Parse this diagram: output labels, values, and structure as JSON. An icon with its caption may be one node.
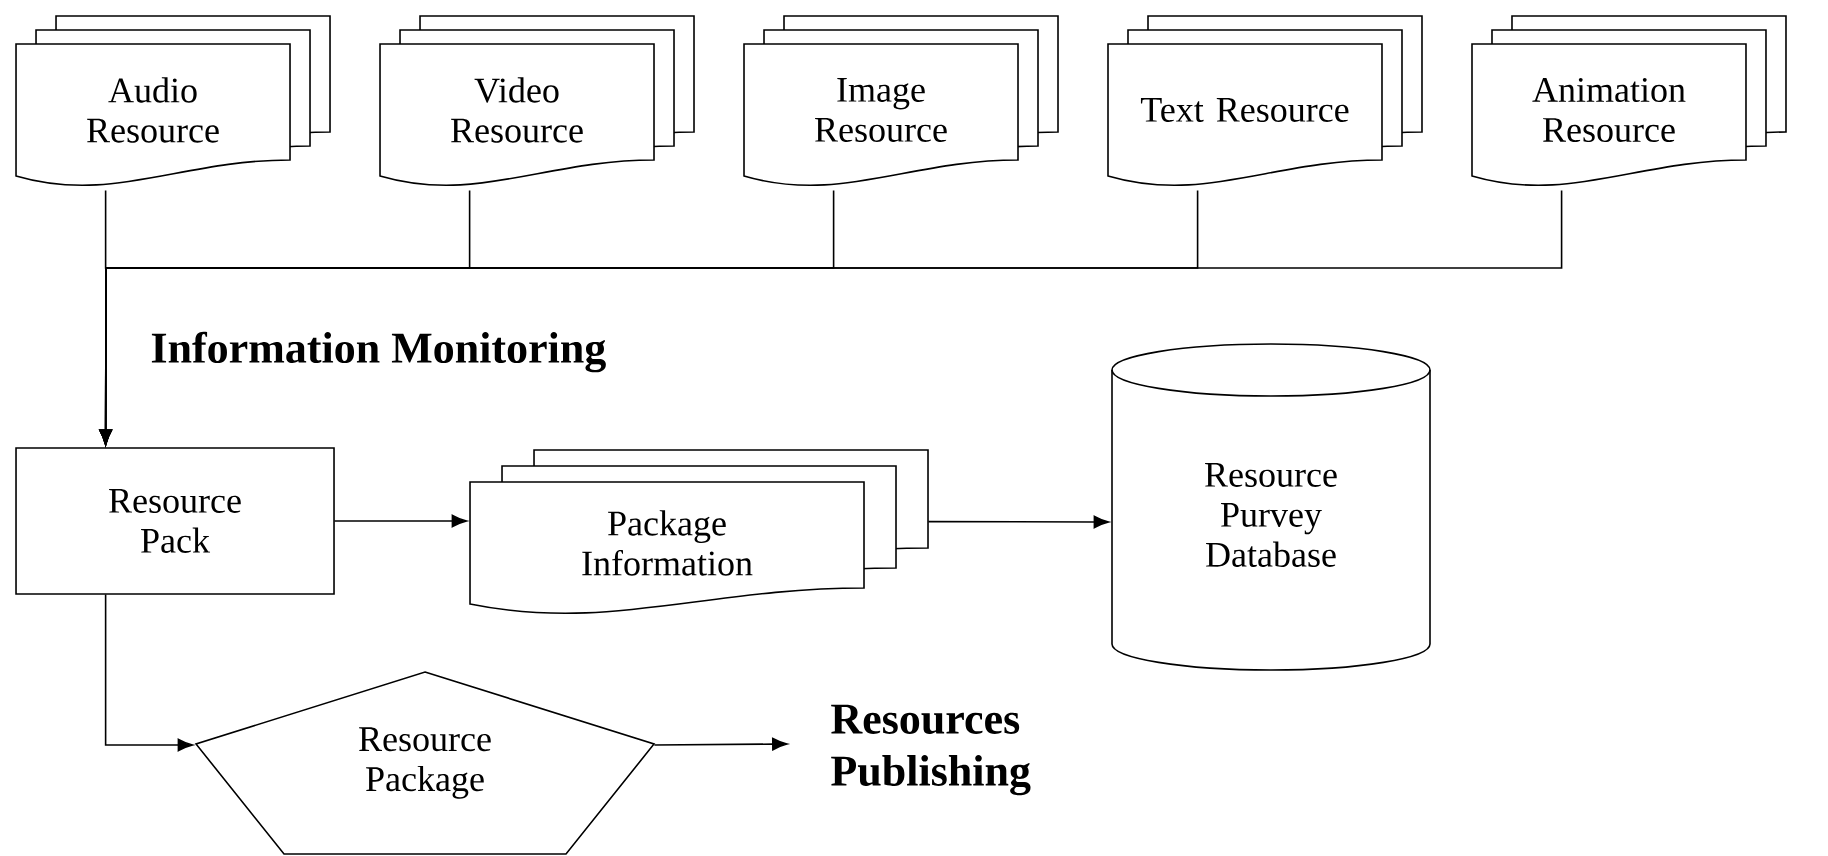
{
  "diagram": {
    "nodes": [
      {
        "text": [
          "Audio Resource"
        ]
      },
      {
        "text": [
          "Video Resource"
        ]
      },
      {
        "text": [
          "Image Resource"
        ]
      },
      {
        "text": [
          "Text Resource"
        ]
      },
      {
        "text": [
          "Animation Resource"
        ]
      },
      {
        "text": [
          "Resource Pack"
        ]
      },
      {
        "text": [
          "Package Information"
        ]
      },
      {
        "text": [
          "Resource Purvey Database"
        ]
      },
      {
        "text": [
          "Resource Package"
        ]
      },
      {
        "text": [
          "Resources Publishing"
        ]
      }
    ],
    "edges": [
      {
        "from": 0,
        "to": 5,
        "arrow": "to"
      },
      {
        "from": 1,
        "to": 5,
        "arrow": "to"
      },
      {
        "from": 2,
        "to": 5,
        "arrow": "to"
      },
      {
        "from": 3,
        "to": 5,
        "arrow": "to"
      },
      {
        "from": 4,
        "to": 5,
        "arrow": "to"
      },
      {
        "from": 5,
        "to": 6,
        "arrow": "to"
      },
      {
        "from": 6,
        "to": 7,
        "arrow": "to"
      },
      {
        "from": 5,
        "to": 8,
        "arrow": "to"
      },
      {
        "from": 8,
        "to": 9,
        "arrow": "to"
      }
    ],
    "labels": [
      "Information Monitoring"
    ]
  }
}
